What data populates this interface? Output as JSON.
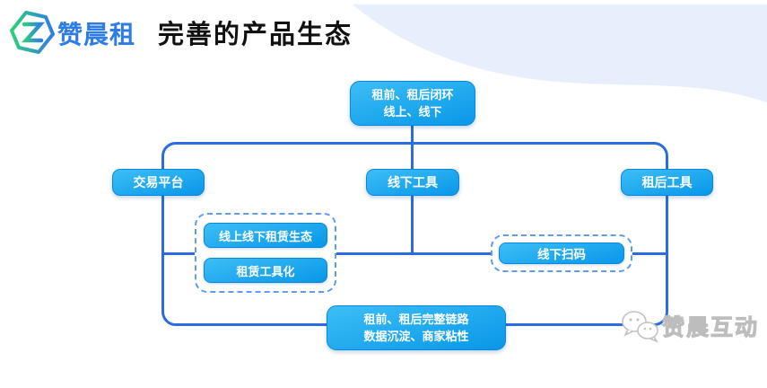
{
  "header": {
    "brand": "赞晨租",
    "title": "完善的产品生态"
  },
  "diagram": {
    "top_node": {
      "line1": "租前、租后闭环",
      "line2": "线上、线下"
    },
    "level2": [
      {
        "label": "交易平台"
      },
      {
        "label": "线下工具"
      },
      {
        "label": "租后工具"
      }
    ],
    "left_group_items": [
      "线上线下租赁生态",
      "租赁工具化"
    ],
    "right_group_items": [
      "线下扫码"
    ],
    "bottom_node": {
      "line1": "租前、租后完整链路",
      "line2": "数据沉淀、商家粘性"
    }
  },
  "watermark": {
    "label": "赞晨互动"
  },
  "icons": {
    "logo": "hexagon-z-logo",
    "watermark_icon": "chat-bubbles-icon",
    "decoration": "wave-shape"
  },
  "colors": {
    "connector_blue": "#2b6ce2",
    "node_gradient_top": "#3dbef6",
    "node_gradient_bottom": "#0897e8",
    "node_border": "#0e86db",
    "dashed_border": "#5f9bef",
    "brand_blue": "#2e7ce5",
    "logo_green": "#2ecf7a",
    "wave_light_blue": "#e6effb",
    "watermark_gray": "#c9c9c9",
    "title_black": "#111111"
  }
}
